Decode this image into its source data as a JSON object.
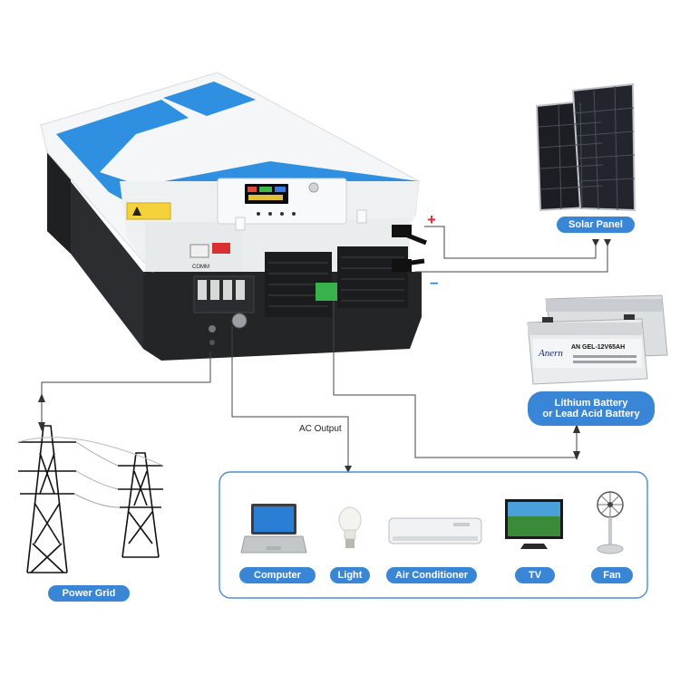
{
  "labels": {
    "solar_panel": "Solar Panel",
    "battery_line1": "Lithium Battery",
    "battery_line2": "or Lead Acid Battery",
    "ac_output": "AC Output",
    "power_grid": "Power Grid",
    "plus_sign": "+",
    "minus_sign": "–"
  },
  "loads": [
    {
      "label": "Computer",
      "icon": "laptop-icon"
    },
    {
      "label": "Light",
      "icon": "light-bulb-icon"
    },
    {
      "label": "Air Conditioner",
      "icon": "air-conditioner-icon"
    },
    {
      "label": "TV",
      "icon": "tv-icon"
    },
    {
      "label": "Fan",
      "icon": "fan-icon"
    }
  ],
  "device_text": {
    "comm_port": "COMM",
    "battery_brand": "Anern",
    "battery_model": "AN GEL-12V65AH"
  },
  "colors": {
    "accent_blue": "#3a86d6",
    "inverter_blue": "#2f8fe0",
    "inverter_white": "#f4f6f7",
    "inverter_dark": "#232527",
    "line_color": "#444444",
    "plus_red": "#e0282e",
    "minus_blue": "#2f7fd0"
  }
}
